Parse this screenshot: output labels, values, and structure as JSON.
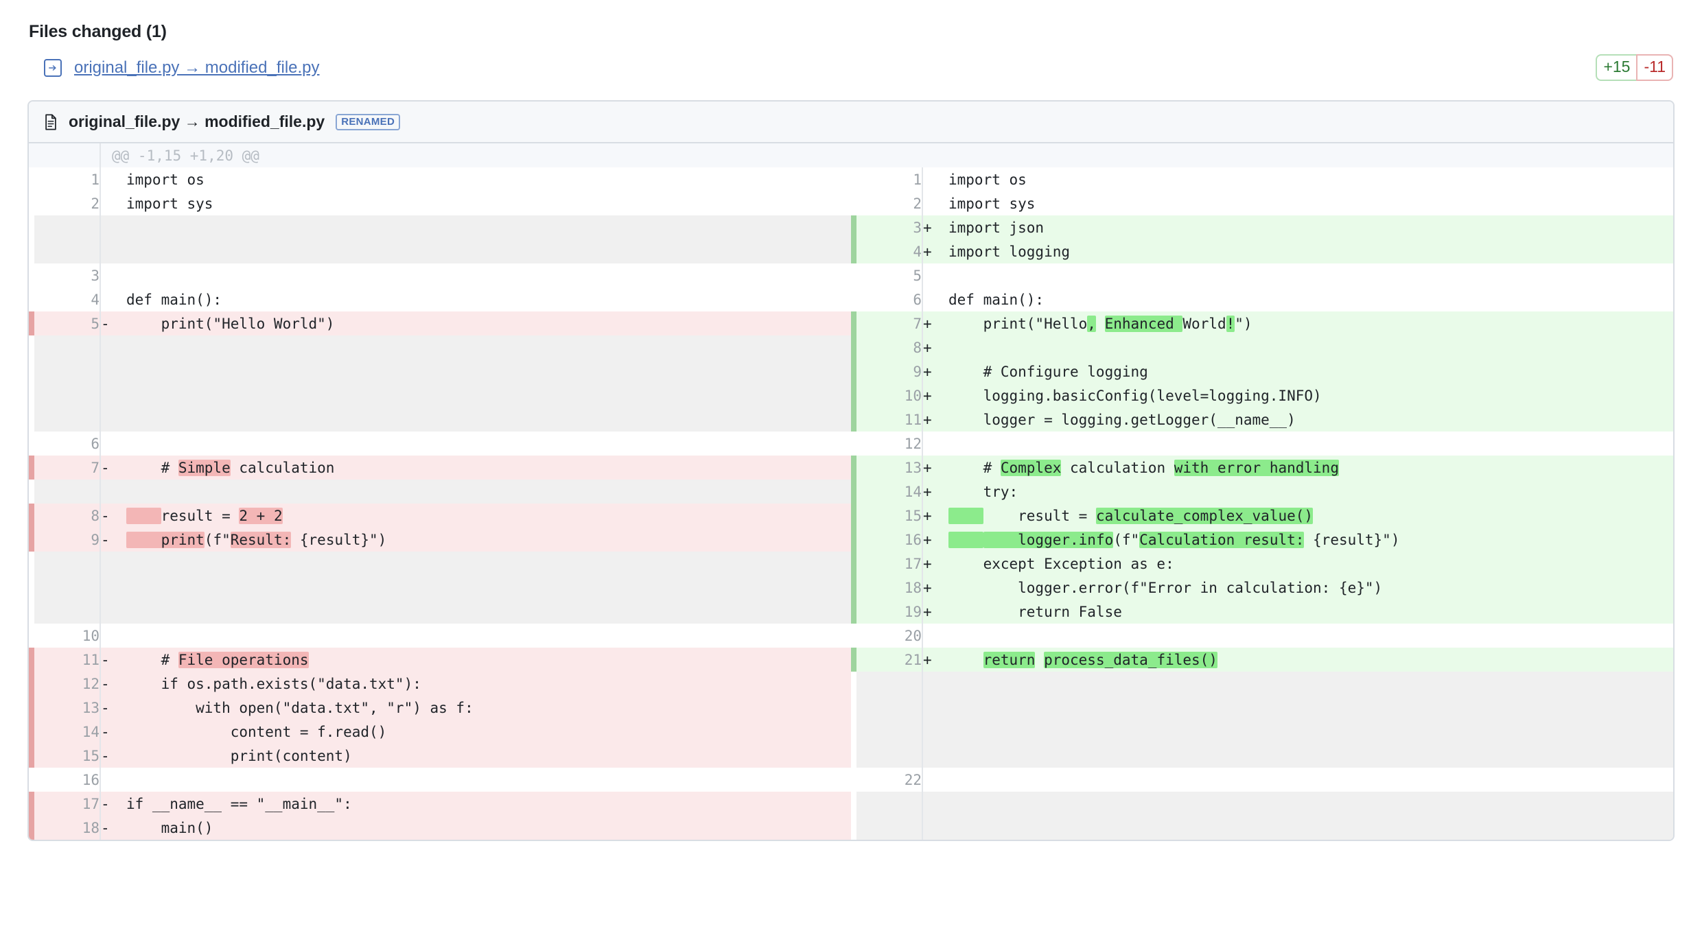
{
  "header": {
    "files_changed_title": "Files changed (1)",
    "arrow_icon": "arrow-right-icon",
    "file_link": "original_file.py → modified_file.py",
    "additions_badge": "+15",
    "deletions_badge": "-11"
  },
  "file": {
    "file_icon": "file-document-icon",
    "title": "original_file.py → modified_file.py",
    "status_badge": "RENAMED"
  },
  "hunk": {
    "header": "@@ -1,15 +1,20 @@"
  },
  "colors": {
    "addition_bg": "#e9fbe9",
    "deletion_bg": "#fbe9ea",
    "addition_word": "#8ceb8c",
    "deletion_word": "#f3b6b6",
    "empty_bg": "#f0f0f0",
    "accent_add": "#9ed49e",
    "accent_del": "#e6a3a3",
    "link": "#4a72b8",
    "add_text": "#2b7a33",
    "del_text": "#b92b2b"
  },
  "rows": [
    {
      "type": "hunk",
      "left": {
        "num": "",
        "sign": "",
        "code": ""
      },
      "right": {
        "num": "",
        "sign": "",
        "code": ""
      },
      "hunk_text": "@@ -1,15 +1,20 @@"
    },
    {
      "type": "context",
      "left": {
        "num": "1",
        "sign": "",
        "code": "import os"
      },
      "right": {
        "num": "1",
        "sign": "",
        "code": "import os"
      }
    },
    {
      "type": "context",
      "left": {
        "num": "2",
        "sign": "",
        "code": "import sys"
      },
      "right": {
        "num": "2",
        "sign": "",
        "code": "import sys"
      }
    },
    {
      "type": "add",
      "left": {
        "num": "",
        "sign": "",
        "code": ""
      },
      "right": {
        "num": "3",
        "sign": "+",
        "code": "import json"
      }
    },
    {
      "type": "add",
      "left": {
        "num": "",
        "sign": "",
        "code": ""
      },
      "right": {
        "num": "4",
        "sign": "+",
        "code": "import logging"
      }
    },
    {
      "type": "context",
      "left": {
        "num": "3",
        "sign": "",
        "code": ""
      },
      "right": {
        "num": "5",
        "sign": "",
        "code": ""
      }
    },
    {
      "type": "context",
      "left": {
        "num": "4",
        "sign": "",
        "code": "def main():"
      },
      "right": {
        "num": "6",
        "sign": "",
        "code": "def main():"
      }
    },
    {
      "type": "change",
      "left": {
        "num": "5",
        "sign": "-",
        "code": "    print(\"Hello World\")"
      },
      "right": {
        "num": "7",
        "sign": "+",
        "code": "    print(\"Hello, Enhanced World!\")",
        "segments": [
          {
            "t": "    print(\"Hello",
            "h": false
          },
          {
            "t": ",",
            "h": true
          },
          {
            "t": " ",
            "h": false
          },
          {
            "t": "Enhanced ",
            "h": true
          },
          {
            "t": "World",
            "h": false
          },
          {
            "t": "!",
            "h": true
          },
          {
            "t": "\")",
            "h": false
          }
        ]
      }
    },
    {
      "type": "add",
      "left": {
        "num": "",
        "sign": "",
        "code": ""
      },
      "right": {
        "num": "8",
        "sign": "+",
        "code": ""
      }
    },
    {
      "type": "add",
      "left": {
        "num": "",
        "sign": "",
        "code": ""
      },
      "right": {
        "num": "9",
        "sign": "+",
        "code": "    # Configure logging"
      }
    },
    {
      "type": "add",
      "left": {
        "num": "",
        "sign": "",
        "code": ""
      },
      "right": {
        "num": "10",
        "sign": "+",
        "code": "    logging.basicConfig(level=logging.INFO)"
      }
    },
    {
      "type": "add",
      "left": {
        "num": "",
        "sign": "",
        "code": ""
      },
      "right": {
        "num": "11",
        "sign": "+",
        "code": "    logger = logging.getLogger(__name__)"
      }
    },
    {
      "type": "context",
      "left": {
        "num": "6",
        "sign": "",
        "code": ""
      },
      "right": {
        "num": "12",
        "sign": "",
        "code": ""
      }
    },
    {
      "type": "change",
      "left": {
        "num": "7",
        "sign": "-",
        "code": "    # Simple calculation",
        "segments": [
          {
            "t": "    # ",
            "h": false
          },
          {
            "t": "Simple",
            "h": true
          },
          {
            "t": " calculation",
            "h": false
          }
        ]
      },
      "right": {
        "num": "13",
        "sign": "+",
        "code": "    # Complex calculation with error handling",
        "segments": [
          {
            "t": "    # ",
            "h": false
          },
          {
            "t": "Complex",
            "h": true
          },
          {
            "t": " calculation ",
            "h": false
          },
          {
            "t": "with error handling",
            "h": true
          }
        ]
      }
    },
    {
      "type": "add",
      "left": {
        "num": "",
        "sign": "",
        "code": ""
      },
      "right": {
        "num": "14",
        "sign": "+",
        "code": "    try:"
      }
    },
    {
      "type": "change",
      "left": {
        "num": "8",
        "sign": "-",
        "code": "    result = 2 + 2",
        "segments": [
          {
            "t": "    ",
            "h": true
          },
          {
            "t": "result = ",
            "h": false
          },
          {
            "t": "2 + 2",
            "h": true
          }
        ]
      },
      "right": {
        "num": "15",
        "sign": "+",
        "code": "        result = calculate_complex_value()",
        "segments": [
          {
            "t": "    ",
            "h": true
          },
          {
            "t": "    result = ",
            "h": false
          },
          {
            "t": "calculate_complex_value()",
            "h": true
          }
        ]
      }
    },
    {
      "type": "change",
      "left": {
        "num": "9",
        "sign": "-",
        "code": "    print(f\"Result: {result}\")",
        "segments": [
          {
            "t": "    print",
            "h": true
          },
          {
            "t": "(f\"",
            "h": false
          },
          {
            "t": "Result:",
            "h": true
          },
          {
            "t": " {result}\")",
            "h": false
          }
        ]
      },
      "right": {
        "num": "16",
        "sign": "+",
        "code": "        logger.info(f\"Calculation result: {result}\")",
        "segments": [
          {
            "t": "    ",
            "h": true
          },
          {
            "t": "    logger.info",
            "h": true
          },
          {
            "t": "(f\"",
            "h": false
          },
          {
            "t": "Calculation result:",
            "h": true
          },
          {
            "t": " {result}\")",
            "h": false
          }
        ]
      }
    },
    {
      "type": "add",
      "left": {
        "num": "",
        "sign": "",
        "code": ""
      },
      "right": {
        "num": "17",
        "sign": "+",
        "code": "    except Exception as e:"
      }
    },
    {
      "type": "add",
      "left": {
        "num": "",
        "sign": "",
        "code": ""
      },
      "right": {
        "num": "18",
        "sign": "+",
        "code": "        logger.error(f\"Error in calculation: {e}\")"
      }
    },
    {
      "type": "add",
      "left": {
        "num": "",
        "sign": "",
        "code": ""
      },
      "right": {
        "num": "19",
        "sign": "+",
        "code": "        return False"
      }
    },
    {
      "type": "context",
      "left": {
        "num": "10",
        "sign": "",
        "code": ""
      },
      "right": {
        "num": "20",
        "sign": "",
        "code": ""
      }
    },
    {
      "type": "change",
      "left": {
        "num": "11",
        "sign": "-",
        "code": "    # File operations",
        "segments": [
          {
            "t": "    # ",
            "h": false
          },
          {
            "t": "File operations",
            "h": true
          }
        ]
      },
      "right": {
        "num": "21",
        "sign": "+",
        "code": "    return process_data_files()",
        "segments": [
          {
            "t": "    ",
            "h": false
          },
          {
            "t": "return",
            "h": true
          },
          {
            "t": " ",
            "h": false
          },
          {
            "t": "process_data_files()",
            "h": true
          }
        ]
      }
    },
    {
      "type": "del",
      "left": {
        "num": "12",
        "sign": "-",
        "code": "    if os.path.exists(\"data.txt\"):"
      },
      "right": {
        "num": "",
        "sign": "",
        "code": ""
      }
    },
    {
      "type": "del",
      "left": {
        "num": "13",
        "sign": "-",
        "code": "        with open(\"data.txt\", \"r\") as f:"
      },
      "right": {
        "num": "",
        "sign": "",
        "code": ""
      }
    },
    {
      "type": "del",
      "left": {
        "num": "14",
        "sign": "-",
        "code": "            content = f.read()"
      },
      "right": {
        "num": "",
        "sign": "",
        "code": ""
      }
    },
    {
      "type": "del",
      "left": {
        "num": "15",
        "sign": "-",
        "code": "            print(content)"
      },
      "right": {
        "num": "",
        "sign": "",
        "code": ""
      }
    },
    {
      "type": "context",
      "left": {
        "num": "16",
        "sign": "",
        "code": ""
      },
      "right": {
        "num": "22",
        "sign": "",
        "code": ""
      }
    },
    {
      "type": "del",
      "left": {
        "num": "17",
        "sign": "-",
        "code": "if __name__ == \"__main__\":"
      },
      "right": {
        "num": "",
        "sign": "",
        "code": ""
      }
    },
    {
      "type": "del",
      "left": {
        "num": "18",
        "sign": "-",
        "code": "    main()"
      },
      "right": {
        "num": "",
        "sign": "",
        "code": ""
      }
    }
  ]
}
